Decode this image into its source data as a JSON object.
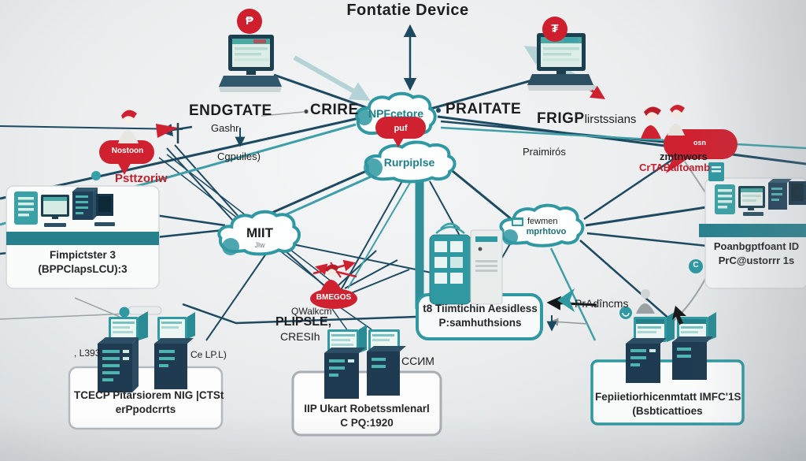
{
  "colors": {
    "teal": "#2f98a2",
    "navy": "#1c4960",
    "red": "#cf2130"
  },
  "title": "Fontatie Device",
  "badges": {
    "left_glyph": "₱",
    "right_glyph": "₮"
  },
  "top_labels": {
    "endgtate": "ENDGTATE",
    "crire": "CRIRE",
    "gashr": "Gashr",
    "cgpuiles": "Cgpuiles)",
    "praitate": "PRAITATE",
    "frigp": "FRIGP",
    "frigp_rest": "lirstssians",
    "praimiros": "Praimirós"
  },
  "clouds": {
    "top": {
      "label": "NPFcetore",
      "tag": "puf"
    },
    "mid": {
      "label": "Rurpiplse"
    },
    "miit": {
      "label": "MIIT",
      "sub": "Jlw"
    },
    "right": {
      "line1": "fewmen",
      "line2": "mprhtovo"
    }
  },
  "blobs": {
    "left": {
      "label": "Nostoon",
      "caption": "Psttzoriw"
    },
    "right": {
      "label": "osn",
      "caption1": "zmtnwors",
      "caption2": "CrTABaltoamb"
    },
    "center": {
      "label": "BMEGOS"
    }
  },
  "cards": {
    "left": {
      "line1": "Fimpictster 3",
      "line2": "(BPPClapsLCU):3"
    },
    "right": {
      "line1": "Poanbgptfoant ID",
      "line2": "PrC@ustorrr 1s",
      "badge": "C"
    }
  },
  "boxes": {
    "center": {
      "line1": "t8 Tiimtichin Aesidless",
      "line2": "P:samhuthsions"
    },
    "bottom_left": {
      "tag_left": ", L393",
      "tag_right": "Ce LP.L)",
      "line1": "TCECP Pitarsiorem NIG |CTSt",
      "line2": "erPpodcrrts"
    },
    "bottom_mid": {
      "tag": "ССИМ",
      "line1": "IIP Ukart Robetssmlenarl",
      "line2": "C PQ:1920"
    },
    "bottom_right": {
      "line1": "Fepiietiorhicenmtatt IMFC'1S",
      "line2": "(Bsbticattioes"
    }
  },
  "mid_labels": {
    "qwalkcm": "QWalkcm",
    "plipsle": "PLIPSLE,",
    "cresih": "CRESIh",
    "pradincms": "PrAdîncms"
  }
}
